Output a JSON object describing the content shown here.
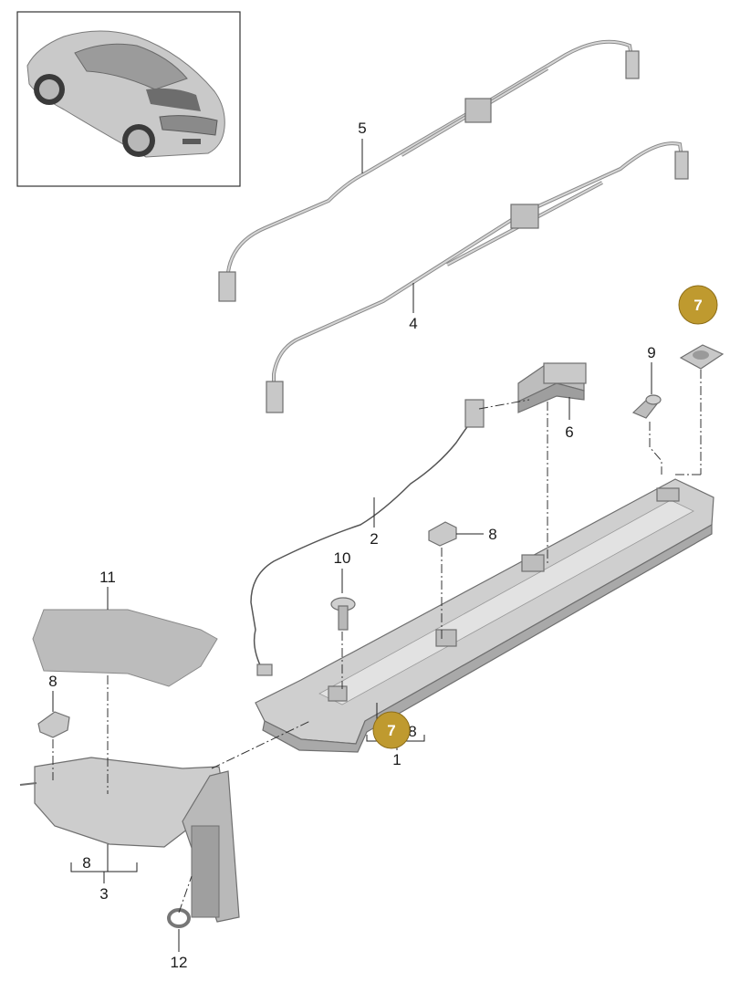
{
  "diagram": {
    "colors": {
      "part_fill": "#d4d4d4",
      "part_shade": "#b3b3b3",
      "part_edge": "#6f6f6f",
      "badge_fill": "#bf9a2f",
      "badge_edge": "#8c6d18",
      "leader_line": "#222222",
      "text": "#1a1a1a"
    },
    "thumbnail": {
      "icon": "car-rear-three-quarter-icon"
    },
    "callouts": {
      "c1": "1",
      "c2": "2",
      "c3": "3",
      "c4": "4",
      "c5": "5",
      "c6": "6",
      "c8_clip_upper": "8",
      "c8_clip_left": "8",
      "c8_bracket_center": "8",
      "c8_bracket_left": "8",
      "c9": "9",
      "c10": "10",
      "c11": "11",
      "c12": "12"
    },
    "badges": {
      "b7_top": "7",
      "b7_bottom": "7"
    }
  }
}
